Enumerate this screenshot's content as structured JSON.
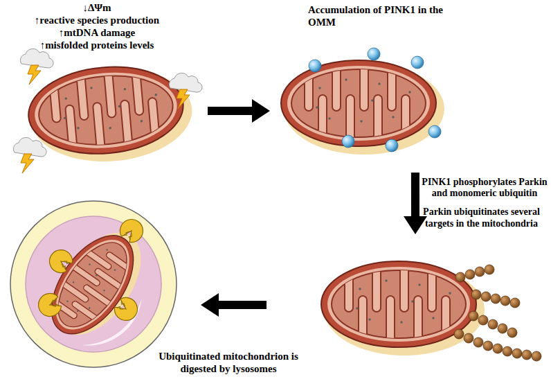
{
  "diagram": {
    "nodes": [
      {
        "text": [
          "↓ΔΨm",
          "↑reactive species production",
          "↑mtDNA damage",
          "↑misfolded proteins levels"
        ]
      },
      {
        "text": [
          "Accumulation of PINK1 in the OMM"
        ]
      },
      {
        "text": [
          "Parkin ubiquitinates several targets in the mitochondria"
        ]
      },
      {
        "text": [
          "Ubiquitinated mitochondrion is digested by lysosomes"
        ]
      }
    ],
    "edges": [
      {
        "from": 0,
        "to": 1,
        "arrow": "to"
      },
      {
        "from": 1,
        "to": 2,
        "arrow": "to",
        "label": "PINK1 phosphorylates Parkin and monomeric ubiquitin"
      },
      {
        "from": 2,
        "to": 3,
        "arrow": "to"
      }
    ]
  }
}
